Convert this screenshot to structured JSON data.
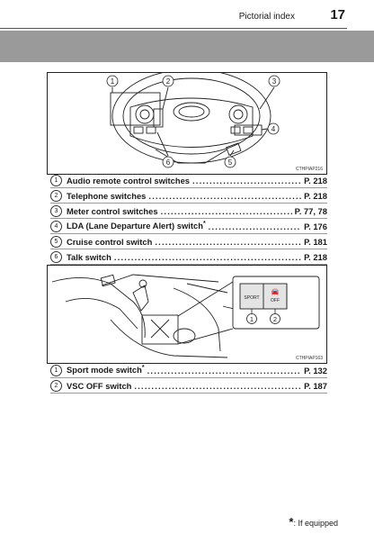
{
  "header": {
    "title": "Pictorial index",
    "page_number": "17"
  },
  "figure1": {
    "id": "CTHPIAP216",
    "callouts": [
      "1",
      "2",
      "3",
      "4",
      "5",
      "6"
    ]
  },
  "list1": [
    {
      "num": "1",
      "label": "Audio remote control switches",
      "page": "P. 218"
    },
    {
      "num": "2",
      "label": "Telephone switches",
      "page": "P. 218"
    },
    {
      "num": "3",
      "label": "Meter control switches",
      "page": "P. 77, 78"
    },
    {
      "num": "4",
      "label": "LDA (Lane Departure Alert) switch",
      "mark": "*",
      "page": "P. 176"
    },
    {
      "num": "5",
      "label": "Cruise control switch",
      "page": "P. 181"
    },
    {
      "num": "6",
      "label": "Talk switch",
      "page": "P. 218"
    }
  ],
  "figure2": {
    "id": "CTHPIAP163",
    "sport_label": "SPORT",
    "off_label": "OFF",
    "callouts": [
      "1",
      "2"
    ]
  },
  "list2": [
    {
      "num": "1",
      "label": "Sport mode switch",
      "mark": "*",
      "page": "P. 132"
    },
    {
      "num": "2",
      "label": "VSC OFF switch",
      "page": "P. 187"
    }
  ],
  "footnote": {
    "mark": "*",
    "text": ": If equipped"
  }
}
